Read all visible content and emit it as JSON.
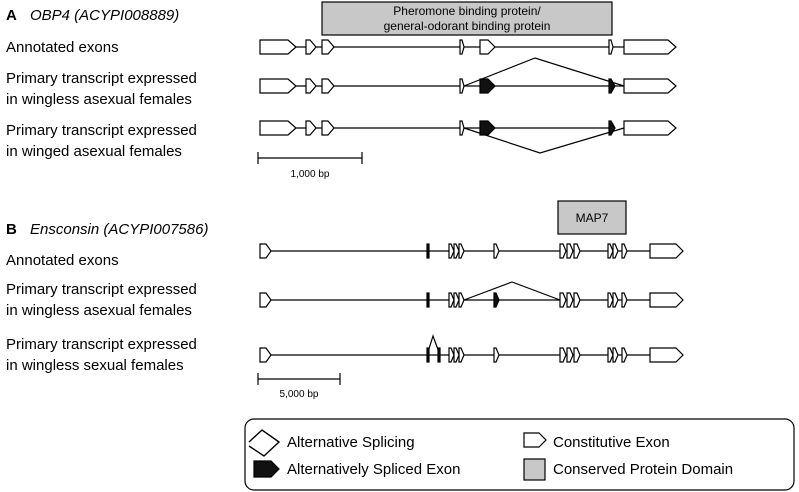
{
  "panel_a": {
    "letter": "A",
    "gene": "OBP4 (ACYPI008889)",
    "domain_label_line1": "Pheromone binding protein/",
    "domain_label_line2": "general-odorant binding protein",
    "rows": [
      {
        "line1": "Annotated exons",
        "line2": ""
      },
      {
        "line1": "Primary transcript expressed",
        "line2": "in wingless asexual females"
      },
      {
        "line1": "Primary transcript expressed",
        "line2": "in winged asexual females"
      }
    ],
    "scale_label": "1,000 bp"
  },
  "panel_b": {
    "letter": "B",
    "gene": "Ensconsin (ACYPI007586)",
    "domain_label": "MAP7",
    "rows": [
      {
        "line1": "Annotated exons",
        "line2": ""
      },
      {
        "line1": "Primary transcript expressed",
        "line2": "in wingless asexual females"
      },
      {
        "line1": "Primary transcript expressed",
        "line2": "in wingless sexual females"
      }
    ],
    "scale_label": "5,000 bp"
  },
  "legend": {
    "alt_splicing": "Alternative Splicing",
    "alt_exon": "Alternatively Spliced Exon",
    "const_exon": "Constitutive Exon",
    "domain": "Conserved Protein Domain"
  },
  "colors": {
    "domain_fill": "#c8c8c8",
    "alt_exon_fill": "#111111",
    "const_exon_fill": "#ffffff",
    "line": "#000000"
  }
}
